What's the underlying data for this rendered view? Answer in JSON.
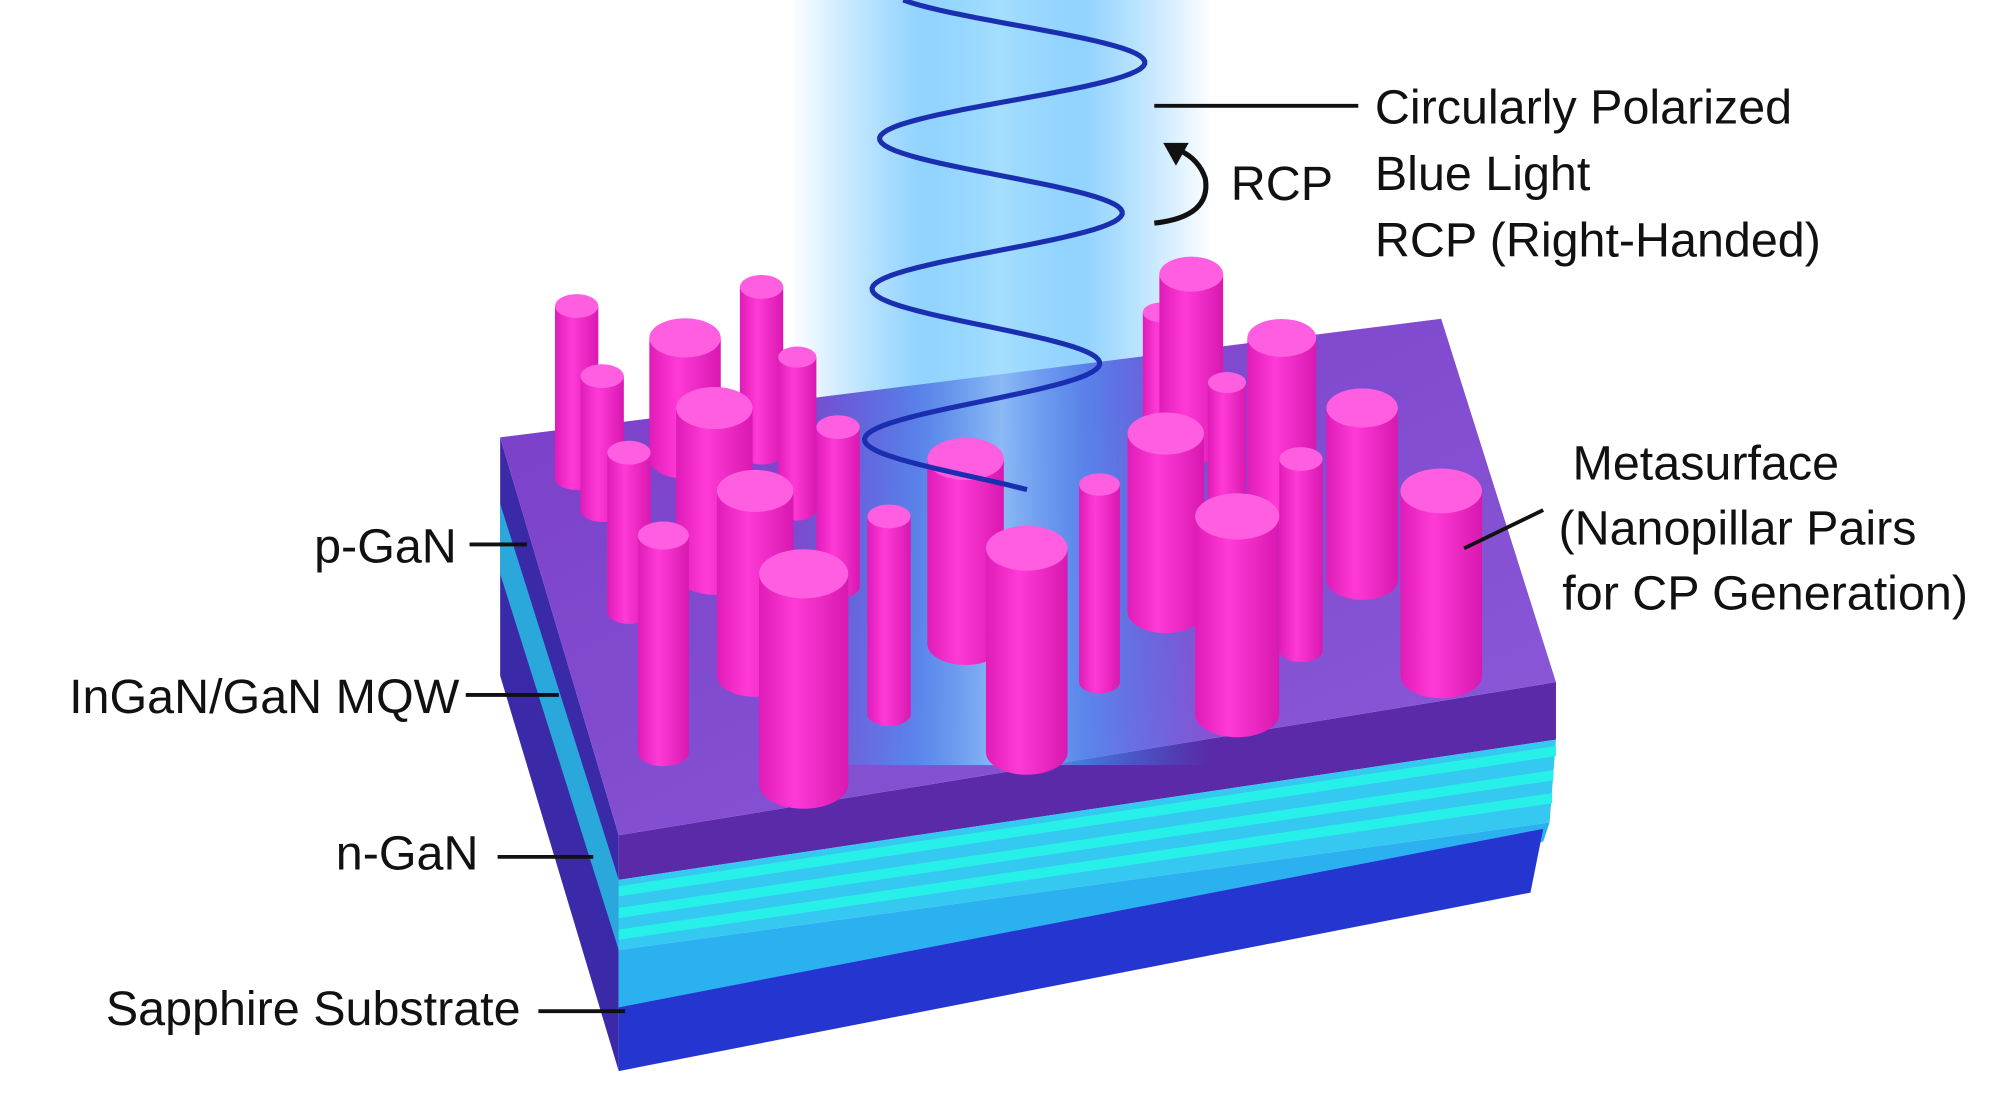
{
  "labels": {
    "light_title_1": "Circularly Polarized",
    "light_title_2": "Blue Light",
    "light_title_3": "RCP (Right-Handed)",
    "rcp_arrow_label": "RCP",
    "metasurface_1": "Metasurface",
    "metasurface_2": "(Nanopillar Pairs",
    "metasurface_3": "for CP Generation)",
    "p_gan": "p-GaN",
    "mqw": "InGaN/GaN MQW",
    "n_gan": "n-GaN",
    "substrate": "Sapphire Substrate"
  },
  "colors": {
    "pillar": "#ff2fd0",
    "pgan": "#6a34b8",
    "mqw_stripe": "#27e4e8",
    "ngan": "#2bb8f0",
    "substrate": "#2535d8",
    "beam": "#1aa0ff",
    "helix": "#1a2fb0"
  }
}
